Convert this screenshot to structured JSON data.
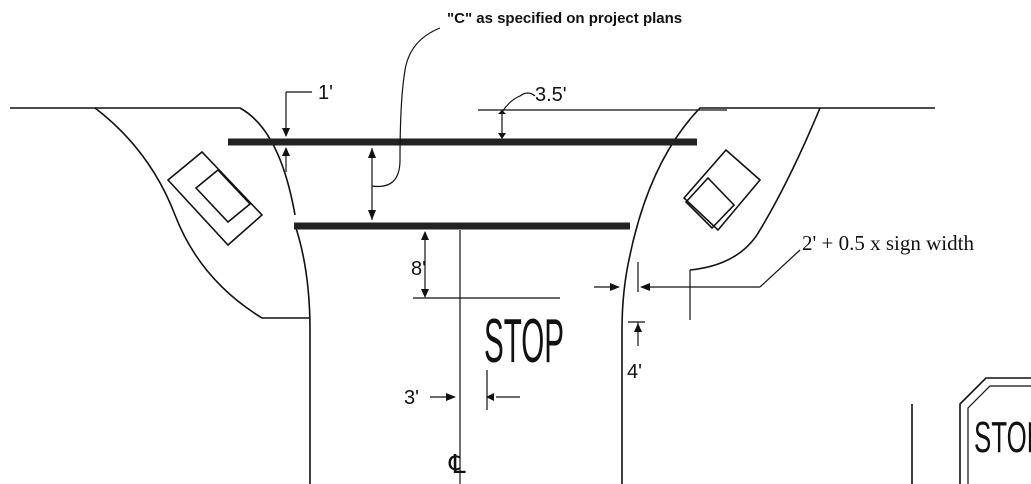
{
  "annotations": {
    "callout_c": "\"C\" as specified on project plans",
    "dim_1ft": "1'",
    "dim_3_5ft": "3.5'",
    "dim_8ft": "8'",
    "dim_3ft": "3'",
    "dim_4ft": "4'",
    "sign_offset": "2' + 0.5 x sign width",
    "pavement_marking": "STOP",
    "centerline_symbol": "℄",
    "stop_sign_partial": "STOP"
  }
}
